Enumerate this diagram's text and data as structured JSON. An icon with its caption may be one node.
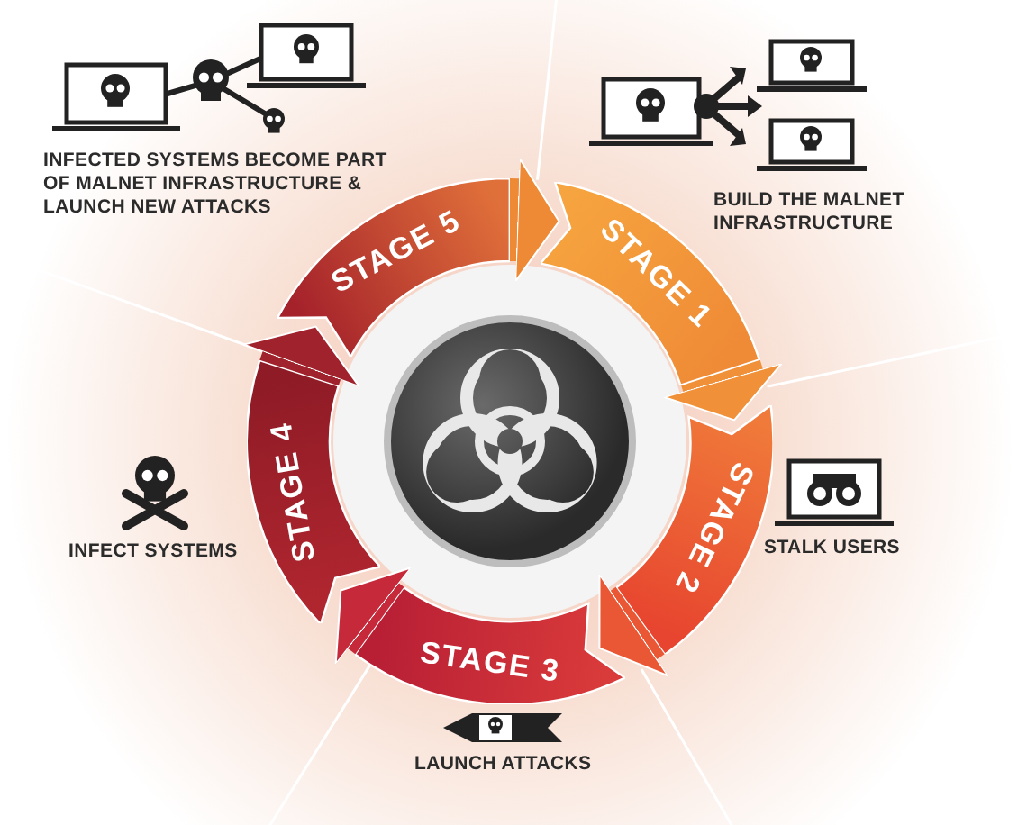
{
  "diagram": {
    "nodes": [
      {
        "text": [
          "STAGE 1"
        ]
      },
      {
        "text": [
          "STAGE 2"
        ]
      },
      {
        "text": [
          "STAGE 3"
        ]
      },
      {
        "text": [
          "STAGE 4"
        ]
      },
      {
        "text": [
          "STAGE 5"
        ]
      }
    ],
    "edges": [
      {
        "from": 0,
        "to": 1,
        "arrow": "to",
        "color": "#f0913a"
      },
      {
        "from": 1,
        "to": 2,
        "arrow": "to",
        "color": "#ea5734"
      },
      {
        "from": 2,
        "to": 3,
        "arrow": "to",
        "color": "#c62a3a"
      },
      {
        "from": 3,
        "to": 4,
        "arrow": "to",
        "color": "#a0222c"
      },
      {
        "from": 4,
        "to": 0,
        "arrow": "to",
        "color": "#ee8a36"
      }
    ],
    "labels": [
      "INFECTED SYSTEMS BECOME PART OF MALNET INFRASTRUCTURE & LAUNCH NEW ATTACKS",
      "BUILD THE MALNET INFRASTRUCTURE",
      "INFECT SYSTEMS",
      "STALK USERS",
      "LAUNCH ATTACKS"
    ]
  }
}
